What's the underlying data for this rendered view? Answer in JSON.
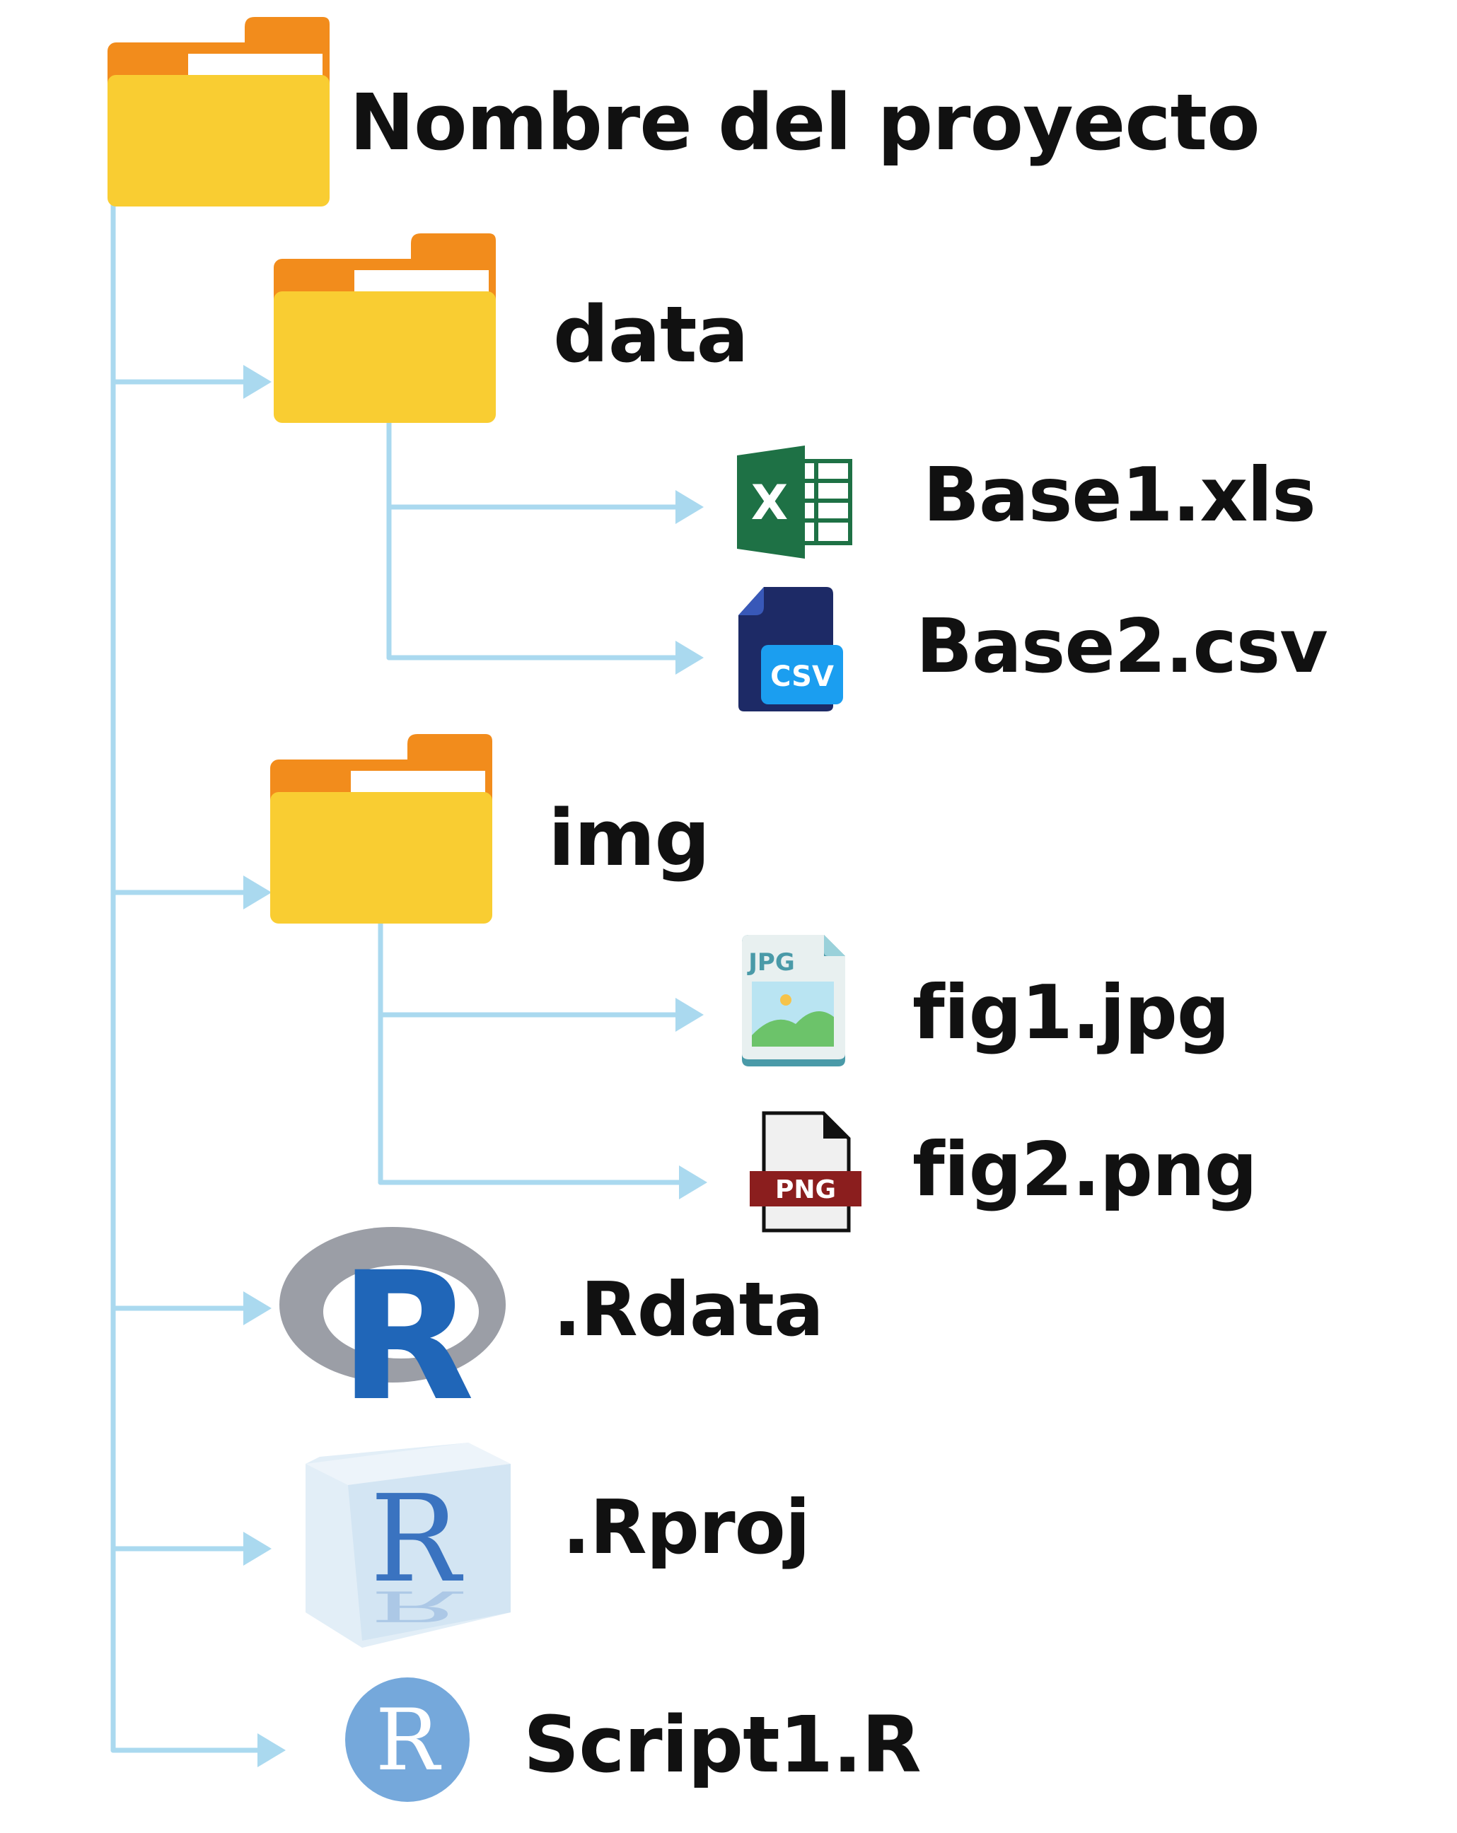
{
  "root": {
    "label": "Nombre del proyecto",
    "icon": "folder-icon"
  },
  "folders": {
    "data": {
      "label": "data",
      "icon": "folder-icon",
      "files": [
        {
          "label": "Base1.xls",
          "icon": "excel-icon",
          "badge": "X"
        },
        {
          "label": "Base2.csv",
          "icon": "csv-file-icon",
          "badge": "CSV"
        }
      ]
    },
    "img": {
      "label": "img",
      "icon": "folder-icon",
      "files": [
        {
          "label": "fig1.jpg",
          "icon": "jpg-file-icon",
          "badge": "JPG"
        },
        {
          "label": "fig2.png",
          "icon": "png-file-icon",
          "badge": "PNG"
        }
      ]
    }
  },
  "files": [
    {
      "label": ".Rdata",
      "icon": "r-logo-icon",
      "badge": "R"
    },
    {
      "label": ".Rproj",
      "icon": "rproj-cube-icon",
      "badge": "R"
    },
    {
      "label": "Script1.R",
      "icon": "r-script-icon",
      "badge": "R"
    }
  ],
  "colors": {
    "connector": "#aad9ef",
    "folder_body": "#f9cd32",
    "folder_tab": "#f28c1c",
    "text": "#111111"
  }
}
